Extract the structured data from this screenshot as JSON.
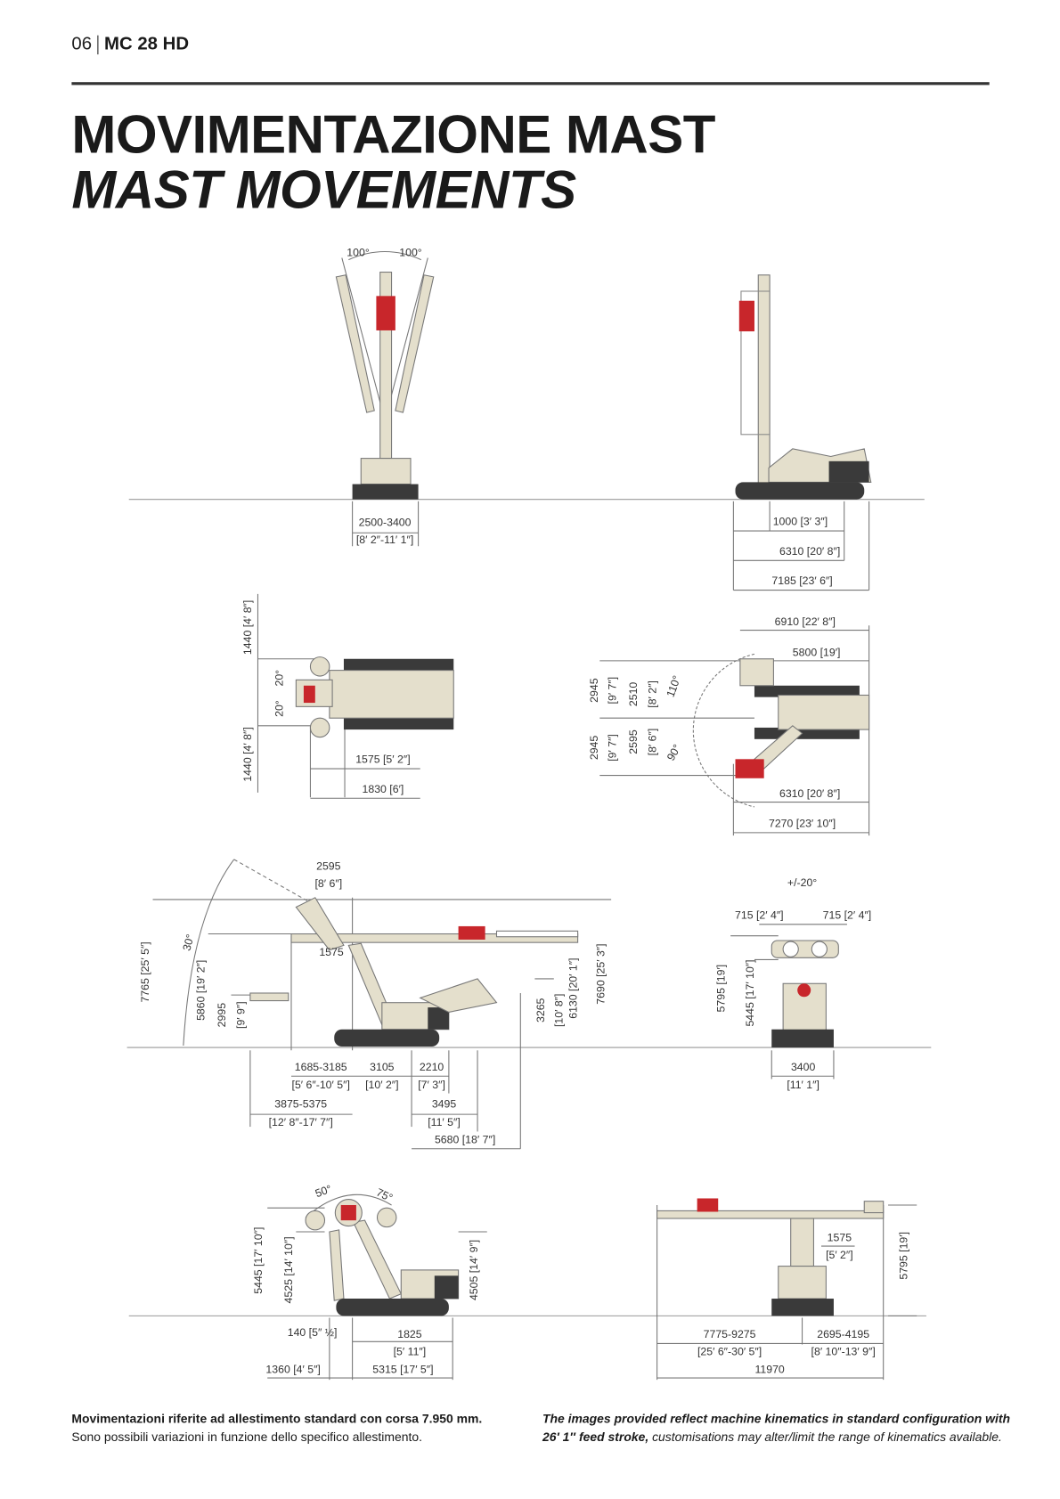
{
  "header": {
    "page_number": "06",
    "model": "MC 28 HD"
  },
  "title": "MOVIMENTAZIONE MAST",
  "subtitle": "MAST MOVEMENTS",
  "views": [
    {
      "name": "front-view-mast-swing",
      "labels": [
        "100°",
        "100°",
        "2500-3400",
        "[8′ 2″-11′ 1″]"
      ]
    },
    {
      "name": "side-view-mast-vertical",
      "labels": [
        "1000 [3′ 3″]",
        "6310 [20′ 8″]",
        "7185 [23′ 6″]"
      ]
    },
    {
      "name": "plan-view-mast-swing",
      "labels": [
        "1440 [4′ 8″]",
        "20°",
        "20°",
        "1440 [4′ 8″]",
        "1575 [5′ 2″]",
        "1830 [6′]"
      ]
    },
    {
      "name": "plan-view-mast-rotation",
      "labels": [
        "6910 [22′ 8″]",
        "5800 [19′]",
        "2945",
        "[9′ 7″]",
        "2510",
        "[8′ 2″]",
        "110°",
        "2945",
        "[9′ 7″]",
        "2595",
        "[8′ 6″]",
        "90°",
        "6310 [20′ 8″]",
        "7270 [23′ 10″]"
      ]
    },
    {
      "name": "side-view-boom-extension",
      "labels": [
        "2595",
        "[8′ 6″]",
        "7765 [25′ 5″]",
        "30°",
        "5860 [19′ 2″]",
        "2995",
        "[9′ 9″]",
        "1575",
        "3265",
        "[10′ 8″]",
        "6130 [20′ 1″]",
        "7690 [25′ 3″]",
        "1685-3185",
        "[5′ 6″-10′ 5″]",
        "3105",
        "[10′ 2″]",
        "2210",
        "[7′ 3″]",
        "3875-5375",
        "[12′ 8″-17′ 7″]",
        "3495",
        "[11′ 5″]",
        "5680 [18′ 7″]"
      ]
    },
    {
      "name": "front-view-head-tilt",
      "labels": [
        "+/-20°",
        "715 [2′ 4″]",
        "715 [2′ 4″]",
        "5795 [19′]",
        "5445 [17′ 10″]",
        "3400",
        "[11′ 1″]"
      ]
    },
    {
      "name": "side-view-mast-tilt",
      "labels": [
        "50°",
        "75°",
        "5445 [17′ 10″]",
        "4525 [14′ 10″]",
        "4505 [14′ 9″]",
        "140 [5″ ½]",
        "1825",
        "[5′ 11″]",
        "1360 [4′ 5″]",
        "5315 [17′ 5″]"
      ]
    },
    {
      "name": "front-view-boom-lateral",
      "labels": [
        "1575",
        "[5′ 2″]",
        "5795 [19′]",
        "7775-9275",
        "[25′ 6″-30′ 5″]",
        "2695-4195",
        "[8′ 10″-13′ 9″]",
        "11970"
      ]
    }
  ],
  "footer": {
    "it_bold": "Movimentazioni riferite ad allestimento standard con corsa 7.950 mm.",
    "it_normal": "Sono possibili variazioni in funzione dello specifico allestimento.",
    "en_bold_1": "The images provided reflect machine kinematics in standard configuration with",
    "en_bold_2": "26′ 1″ feed stroke,",
    "en_normal": " customisations may alter/limit the range of kinematics available."
  },
  "colors": {
    "machine_body": "#e4dfcc",
    "machine_dark": "#3a3a3a",
    "drill_head": "#c8262b",
    "lines": "#888888"
  }
}
